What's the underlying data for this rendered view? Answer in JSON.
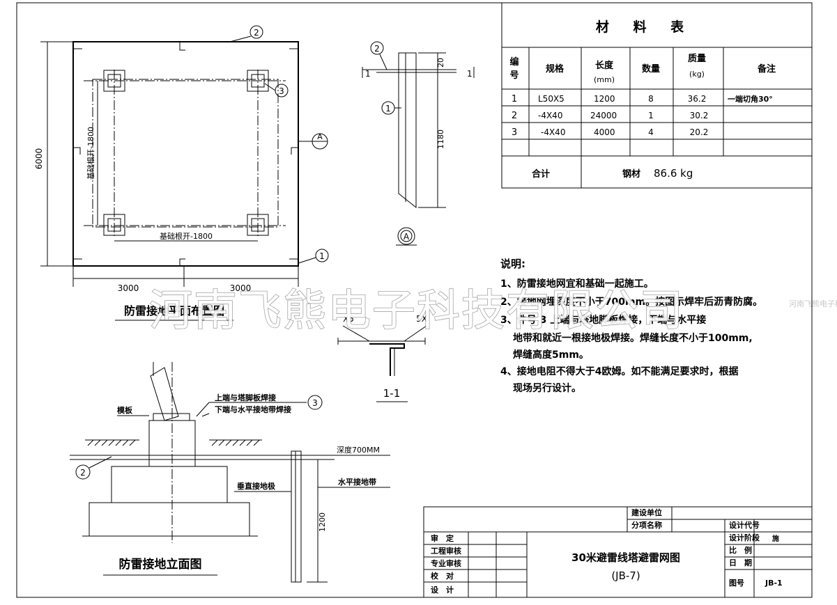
{
  "material_table": {
    "title": "材 料 表",
    "headers": [
      "编\n号",
      "规格",
      "长度",
      "(mm)",
      "数量",
      "质量",
      "(kg)",
      "备注"
    ],
    "rows": [
      {
        "no": "1",
        "spec": "L50X5",
        "length": "1200",
        "qty": "8",
        "weight": "36.2",
        "note": "一端切角30°"
      },
      {
        "no": "2",
        "spec": "-4X40",
        "length": "24000",
        "qty": "1",
        "weight": "30.2",
        "note": ""
      },
      {
        "no": "3",
        "spec": "-4X40",
        "length": "4000",
        "qty": "4",
        "weight": "20.2",
        "note": ""
      }
    ],
    "total_label": "合计",
    "total_material": "钢材",
    "total_value": "86.6 kg"
  },
  "plan": {
    "title": "防雷接地平面布置图",
    "dim_height": "6000",
    "dim_left": "3000",
    "dim_right": "3000",
    "inner_h_label": "基础根开-1800",
    "inner_v_label": "基础根开-1800",
    "callout_2": "2",
    "callout_3": "3",
    "callout_1": "1",
    "section_a": "A",
    "section_a_sub": "—"
  },
  "detail_a": {
    "callout_2": "2",
    "callout_1": "1",
    "dim_20": "20",
    "dim_1180": "1180",
    "section_mark": "1",
    "label": "A"
  },
  "section_11": {
    "left_dim": "X5",
    "right_dim": "5X",
    "label": "1-1"
  },
  "elevation": {
    "title": "防雷接地立面图",
    "label_plate": "模板",
    "weld_top": "上端与塔脚板焊接",
    "weld_bottom": "下端与水平接地带焊接",
    "callout_3": "3",
    "callout_2": "2",
    "depth": "深度700MM",
    "vertical": "垂直接地极",
    "horizontal": "水平接地带",
    "dim_1200": "1200"
  },
  "notes": {
    "heading": "说明:",
    "items": [
      "1、防雷接地网宜和基础一起施工。",
      "2、接地网埋深度不小于700mm。按图示焊牢后沥青防腐。",
      "3、件号 3 上端与塔地脚板焊接，下端与水平接",
      "地带和就近一根接地极焊接。焊缝长度不小于100mm,",
      "焊缝高度5mm。",
      "4、接地电阻不得大于4欧姆。如不能满足要求时，根据",
      "现场另行设计。"
    ]
  },
  "title_block": {
    "unit_label": "建设单位",
    "project_label": "分项名称",
    "design_code_label": "设计代号",
    "design_stage_label": "设计阶段",
    "design_stage_value": "施",
    "scale_label": "比　例",
    "date_label": "日　期",
    "drawing_no_label": "图号",
    "drawing_no_value": "JB-1",
    "roles": [
      "审　定",
      "工程审核",
      "专业审核",
      "校　对",
      "设　计"
    ],
    "title_line1": "30米避雷线塔避雷网图",
    "title_line2": "(JB-7)"
  },
  "watermark": {
    "text": "河南飞熊电子科技有限公司",
    "small": "河南飞熊电子科技"
  }
}
